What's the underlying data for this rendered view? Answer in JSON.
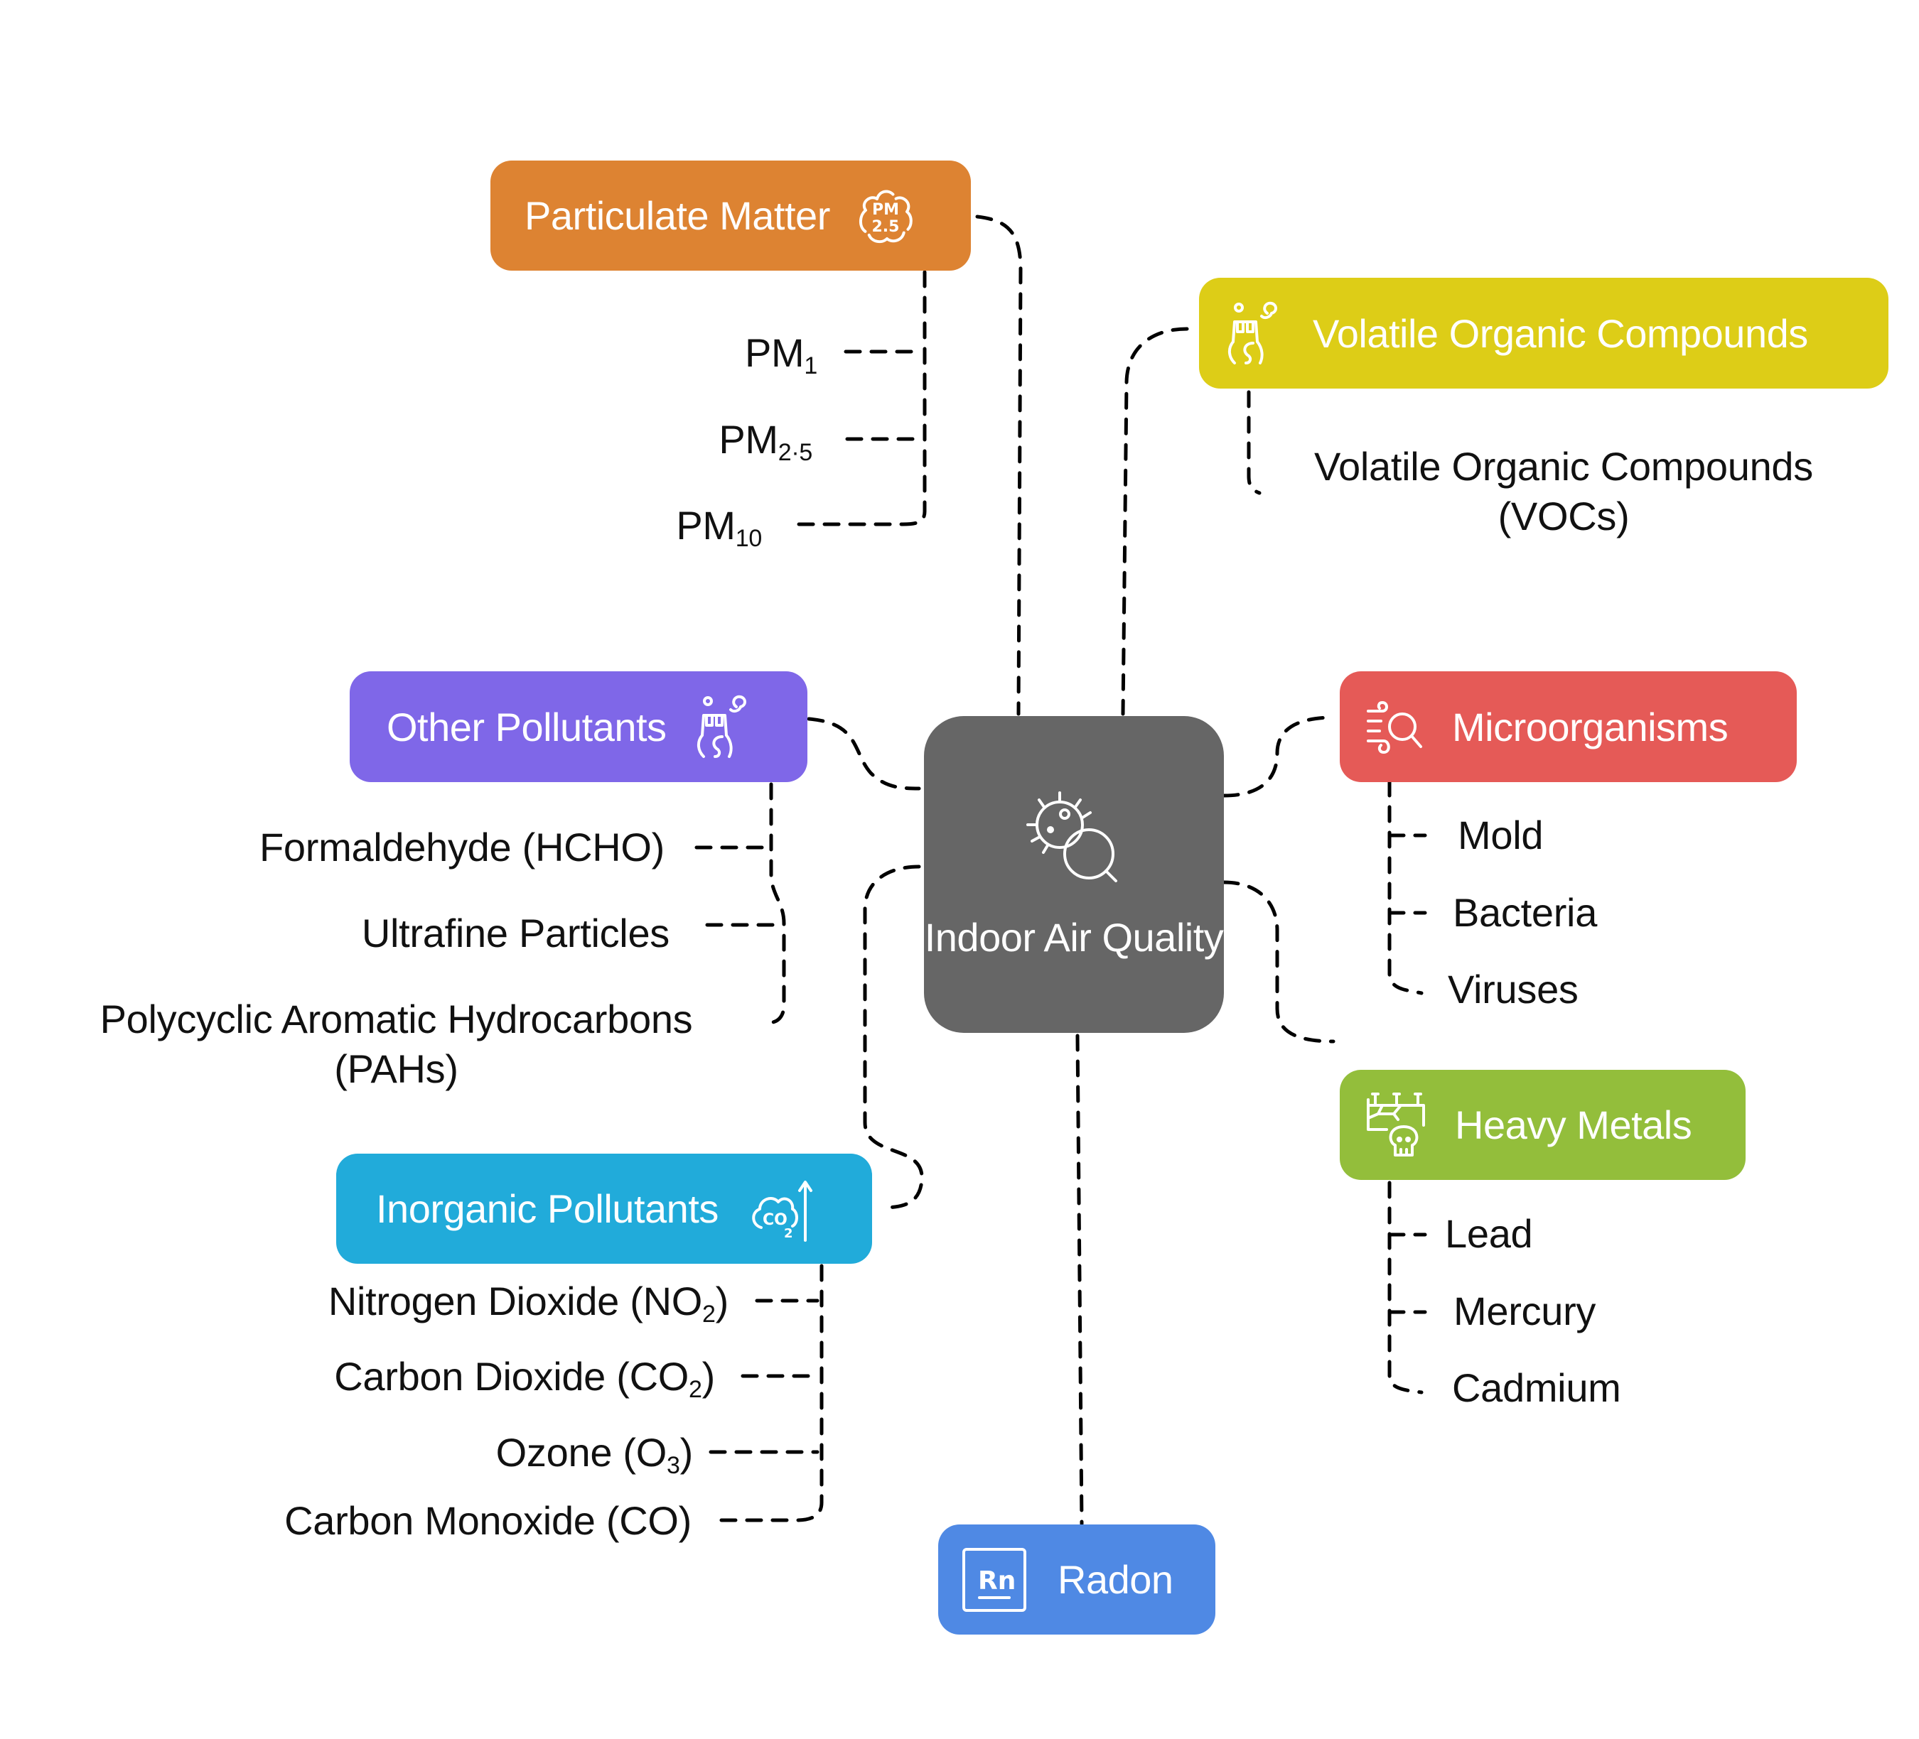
{
  "center": {
    "label": "Indoor Air Quality",
    "icon": "bacteria-magnifier-icon",
    "color": "#666666"
  },
  "branches": {
    "particulate_matter": {
      "label": "Particulate Matter",
      "icon": "pm25-cloud-icon",
      "color": "#DD8332",
      "items": [
        {
          "base": "PM",
          "sub": "1"
        },
        {
          "base": "PM",
          "sub": "2·5"
        },
        {
          "base": "PM",
          "sub": "10"
        }
      ]
    },
    "vocs": {
      "label": "Volatile Organic Compounds",
      "icon": "chemical-flask-icon",
      "color": "#DDCD17",
      "items": [
        {
          "line1": "Volatile Organic Compounds",
          "line2": "(VOCs)"
        }
      ]
    },
    "other_pollutants": {
      "label": "Other Pollutants",
      "icon": "chemical-flask-icon",
      "color": "#7F67E8",
      "items": [
        {
          "text": "Formaldehyde (HCHO)"
        },
        {
          "text": "Ultrafine Particles"
        },
        {
          "line1": "Polycyclic Aromatic Hydrocarbons",
          "line2": "(PAHs)"
        }
      ]
    },
    "microorganisms": {
      "label": "Microorganisms",
      "icon": "wind-magnifier-icon",
      "color": "#E55A57",
      "items": [
        {
          "text": "Mold"
        },
        {
          "text": "Bacteria"
        },
        {
          "text": "Viruses"
        }
      ]
    },
    "heavy_metals": {
      "label": "Heavy Metals",
      "icon": "skull-pipes-icon",
      "color": "#93BE3B",
      "items": [
        {
          "text": "Lead"
        },
        {
          "text": "Mercury"
        },
        {
          "text": "Cadmium"
        }
      ]
    },
    "inorganic_pollutants": {
      "label": "Inorganic Pollutants",
      "icon": "co2-cloud-icon",
      "color": "#21ABDA",
      "items": [
        {
          "pre": "Nitrogen Dioxide (NO",
          "sub": "2",
          "post": ")"
        },
        {
          "pre": "Carbon Dioxide (CO",
          "sub": "2",
          "post": ")"
        },
        {
          "pre": "Ozone (O",
          "sub": "3",
          "post": ")"
        },
        {
          "pre": "Carbon Monoxide (CO)",
          "sub": "",
          "post": ""
        }
      ]
    },
    "radon": {
      "label": "Radon",
      "icon": "radon-element-icon",
      "icon_text": "Rn",
      "color": "#4F89E4"
    }
  }
}
